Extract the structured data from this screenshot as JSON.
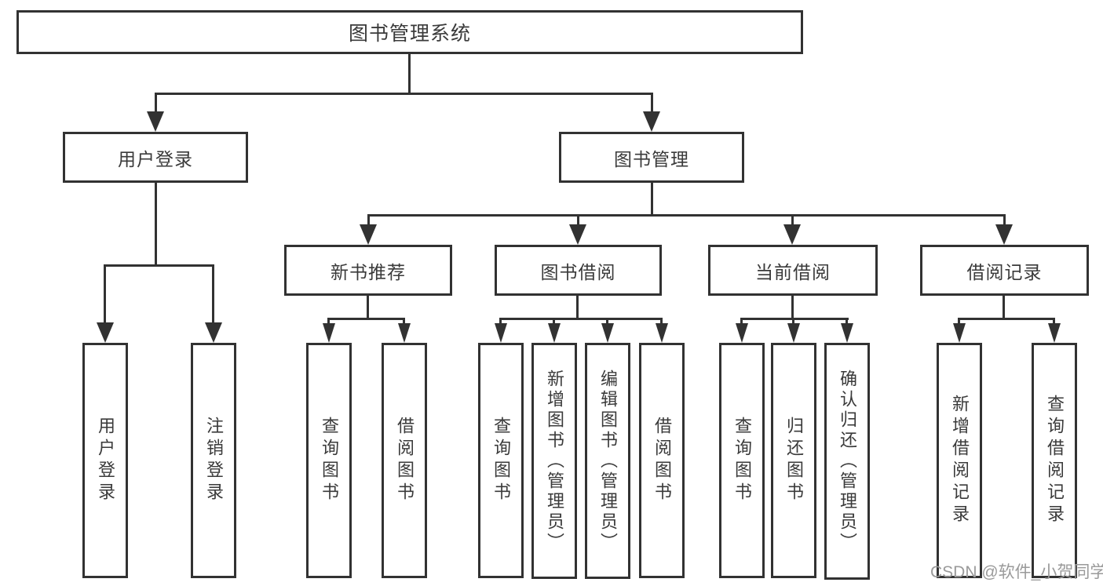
{
  "diagram": {
    "title": "图书管理系统",
    "level2": [
      "用户登录",
      "图书管理"
    ],
    "level3": [
      "新书推荐",
      "图书借阅",
      "当前借阅",
      "借阅记录"
    ],
    "leaves": {
      "user_login": [
        "用户登录",
        "注销登录"
      ],
      "new_book": [
        "查询图书",
        "借阅图书"
      ],
      "book_borrow": [
        "查询图书",
        "新增图书（管理员）",
        "编辑图书（管理员）",
        "借阅图书"
      ],
      "current_borrow": [
        "查询图书",
        "归还图书",
        "确认归还（管理员）"
      ],
      "records": [
        "新增借阅记录",
        "查询借阅记录"
      ]
    }
  },
  "watermark": {
    "text": "CSDN @软件_小贺同学",
    "color": "#9a9a9a"
  },
  "colors": {
    "line": "#323232",
    "box_border": "#323232",
    "text": "#3a3a3a",
    "background": "#ffffff"
  }
}
